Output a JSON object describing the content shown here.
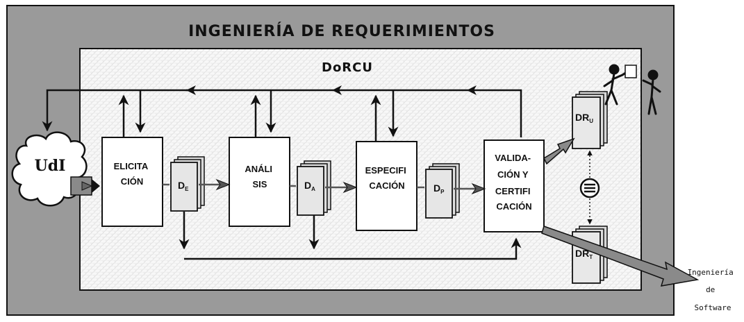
{
  "title": "INGENIERÍA DE REQUERIMIENTOS",
  "subtitle": "DoRCU",
  "cloud_label": "UdI",
  "processes": {
    "elicitacion": [
      "ELICITA",
      "CIÓN"
    ],
    "analisis": [
      "ANÁLI",
      "SIS"
    ],
    "especificacion": [
      "ESPECIFI",
      "CACIÓN"
    ],
    "validacion": [
      "VALIDA-",
      "CIÓN Y",
      "CERTIFI",
      "CACIÓN"
    ]
  },
  "documents": {
    "de": {
      "main": "D",
      "sub": "E"
    },
    "da": {
      "main": "D",
      "sub": "A"
    },
    "dp": {
      "main": "D",
      "sub": "P"
    },
    "dru": {
      "main": "DR",
      "sub": "U"
    },
    "drt": {
      "main": "DR",
      "sub": "T"
    }
  },
  "output_label": [
    "Ingeniería",
    "de",
    "Software"
  ],
  "icons": [
    "cloud-icon",
    "document-stack-icon",
    "equivalence-icon",
    "people-icon",
    "arrow-icon"
  ]
}
